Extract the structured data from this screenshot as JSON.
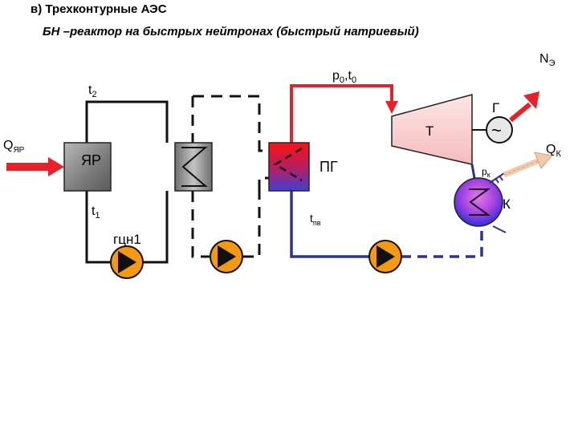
{
  "title": "в) Трехконтурные АЭС",
  "subtitle": "БН –реактор на быстрых нейтронах (быстрый натриевый)",
  "labels": {
    "Q": "Q",
    "Q_sub": "ЯР",
    "reactor": "ЯР",
    "t2_main": "t",
    "t2_sub": "2",
    "t1_main": "t",
    "t1_sub": "1",
    "pump": "гцн1",
    "p0_main": "p",
    "p0_sub": "0",
    "comma": ",",
    "t0_main": "t",
    "t0_sub": "0",
    "turbine": "Т",
    "generator": "Г",
    "tilde": "~",
    "N_main": "N",
    "N_sub": "Э",
    "QK_main": "Q",
    "QK_sub": "К",
    "pk_main": "p",
    "pk_sub": "к",
    "condenser": "К",
    "steam_gen": "ПГ",
    "tpv_main": "t",
    "tpv_sub": "пв"
  },
  "colors": {
    "red": "#e8202a",
    "blue": "#2b3590",
    "reactor_gray": "#8a8a8a",
    "turbine_fill": "#fbd0d0",
    "pump_orange": "#f59a10",
    "condenser_grad_top": "#d020d0",
    "condenser_grad_bot": "#3030e0",
    "steam_gen_top": "#ff1010",
    "steam_gen_bot": "#4040d0",
    "heat_out": "#f3c9a8"
  }
}
